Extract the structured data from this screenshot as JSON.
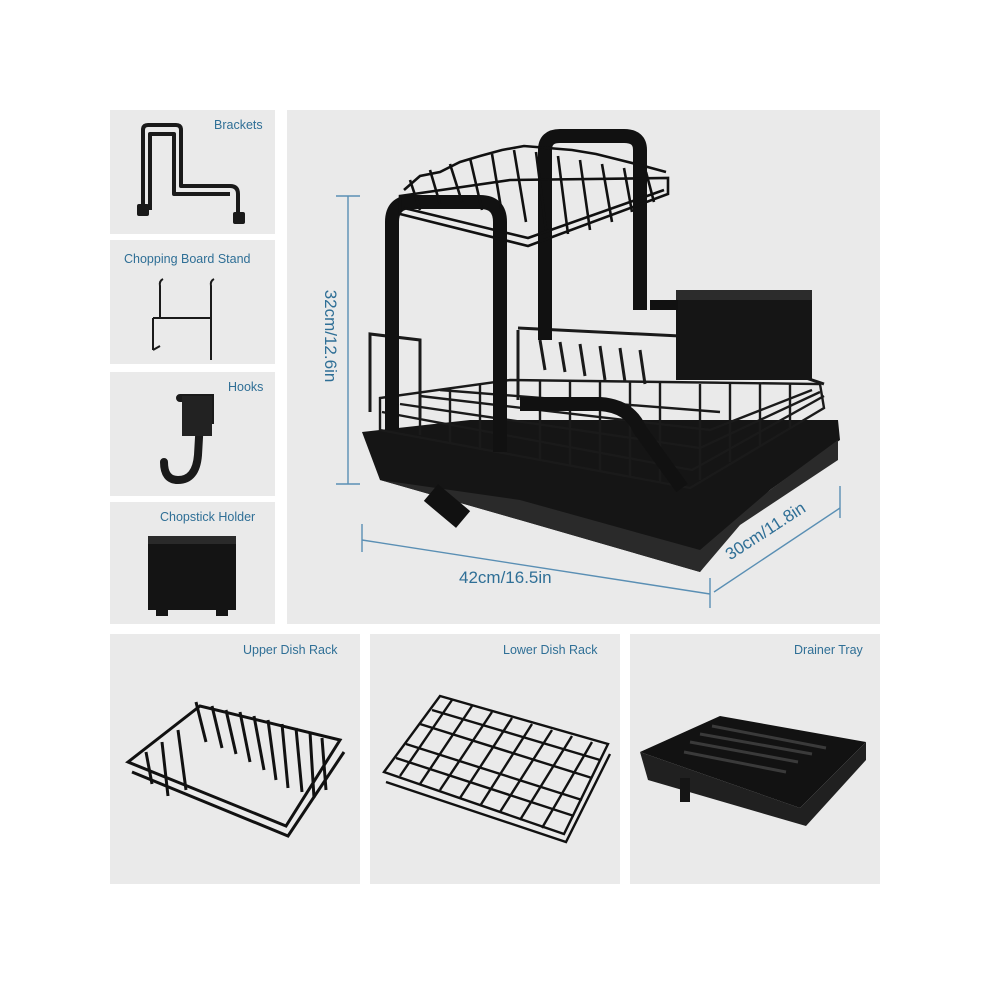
{
  "parts": {
    "brackets": "Brackets",
    "chopping_board_stand": "Chopping Board Stand",
    "hooks": "Hooks",
    "chopstick_holder": "Chopstick Holder",
    "upper_dish_rack": "Upper Dish Rack",
    "lower_dish_rack": "Lower Dish Rack",
    "drainer_tray": "Drainer Tray"
  },
  "dimensions": {
    "height": "32cm/12.6in",
    "width": "42cm/16.5in",
    "depth": "30cm/11.8in"
  },
  "colors": {
    "panel": "#eaeaea",
    "label": "#2f6f96",
    "product": "#111111"
  }
}
